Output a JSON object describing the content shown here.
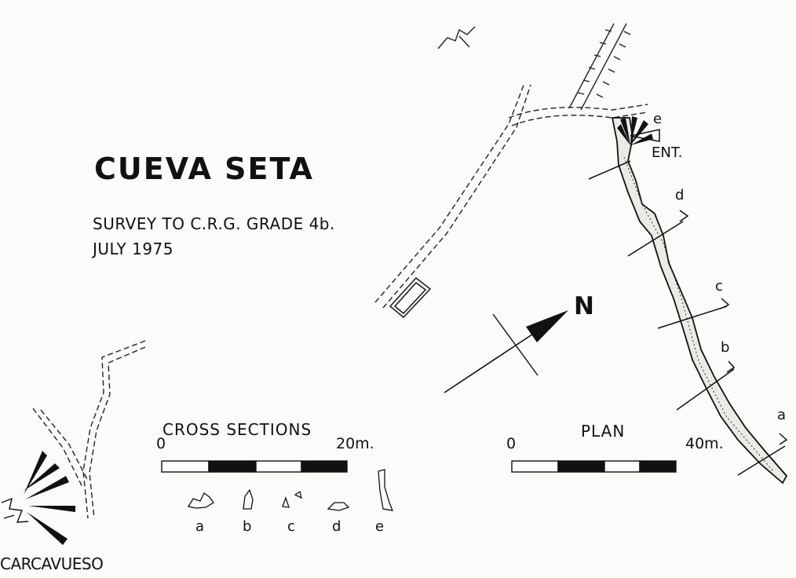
{
  "title": "CUEVA SETA",
  "survey_line": "SURVEY TO C.R.G. GRADE 4b.",
  "date_line": "JULY 1975",
  "north_label": "N",
  "entrance_label": "ENT.",
  "section_markers": [
    "a",
    "b",
    "c",
    "d",
    "e"
  ],
  "cross_sections": {
    "title": "CROSS SECTIONS",
    "scale_start": "0",
    "scale_end": "20m.",
    "labels": [
      "a",
      "b",
      "c",
      "d",
      "e"
    ]
  },
  "plan": {
    "title": "PLAN",
    "scale_start": "0",
    "scale_end": "40m."
  },
  "nearby_cave": "CARCAVUESO",
  "colors": {
    "ink": "#111111",
    "paper": "#fbfbf9"
  }
}
